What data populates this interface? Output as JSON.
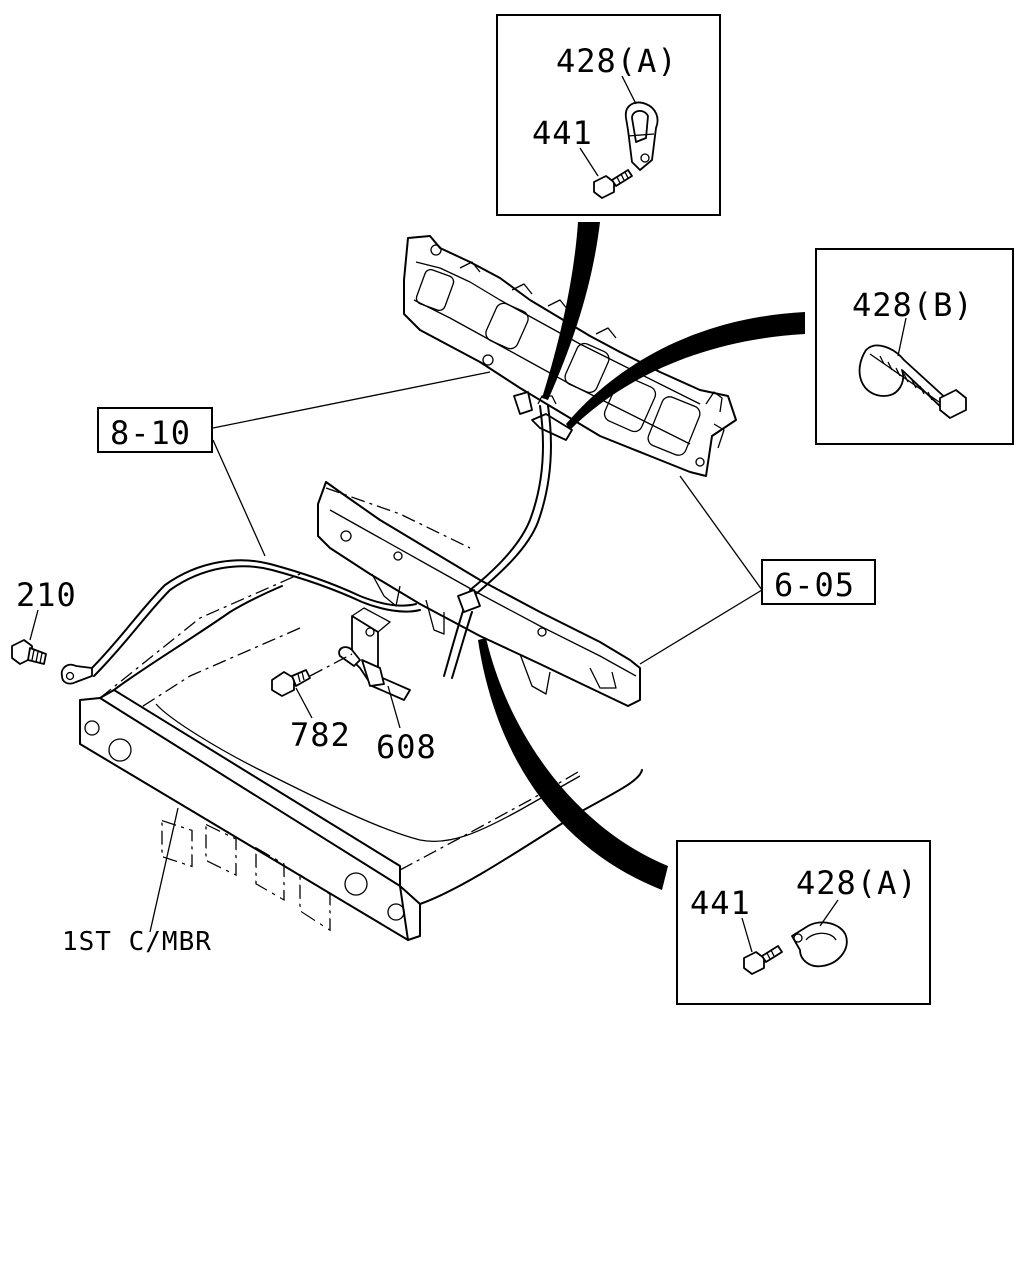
{
  "labels": {
    "inset_top_clip": "428(A)",
    "inset_top_bolt": "441",
    "inset_right_band": "428(B)",
    "inset_bottom_clip": "428(A)",
    "inset_bottom_bolt": "441",
    "ref_harness": "8-10",
    "ref_frame": "6-05",
    "bolt_210": "210",
    "bolt_782": "782",
    "bracket_608": "608",
    "crossmember": "1ST C/MBR"
  }
}
